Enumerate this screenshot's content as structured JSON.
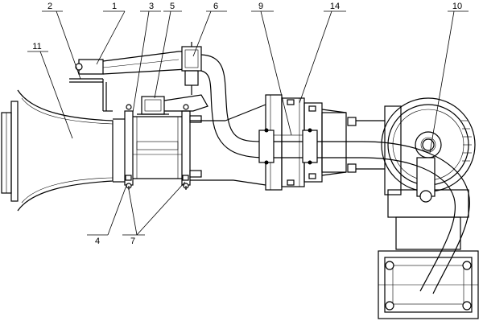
{
  "diagram": {
    "part_numbers": [
      "1",
      "2",
      "3",
      "5",
      "6",
      "9",
      "14",
      "10",
      "11",
      "4",
      "7"
    ]
  }
}
